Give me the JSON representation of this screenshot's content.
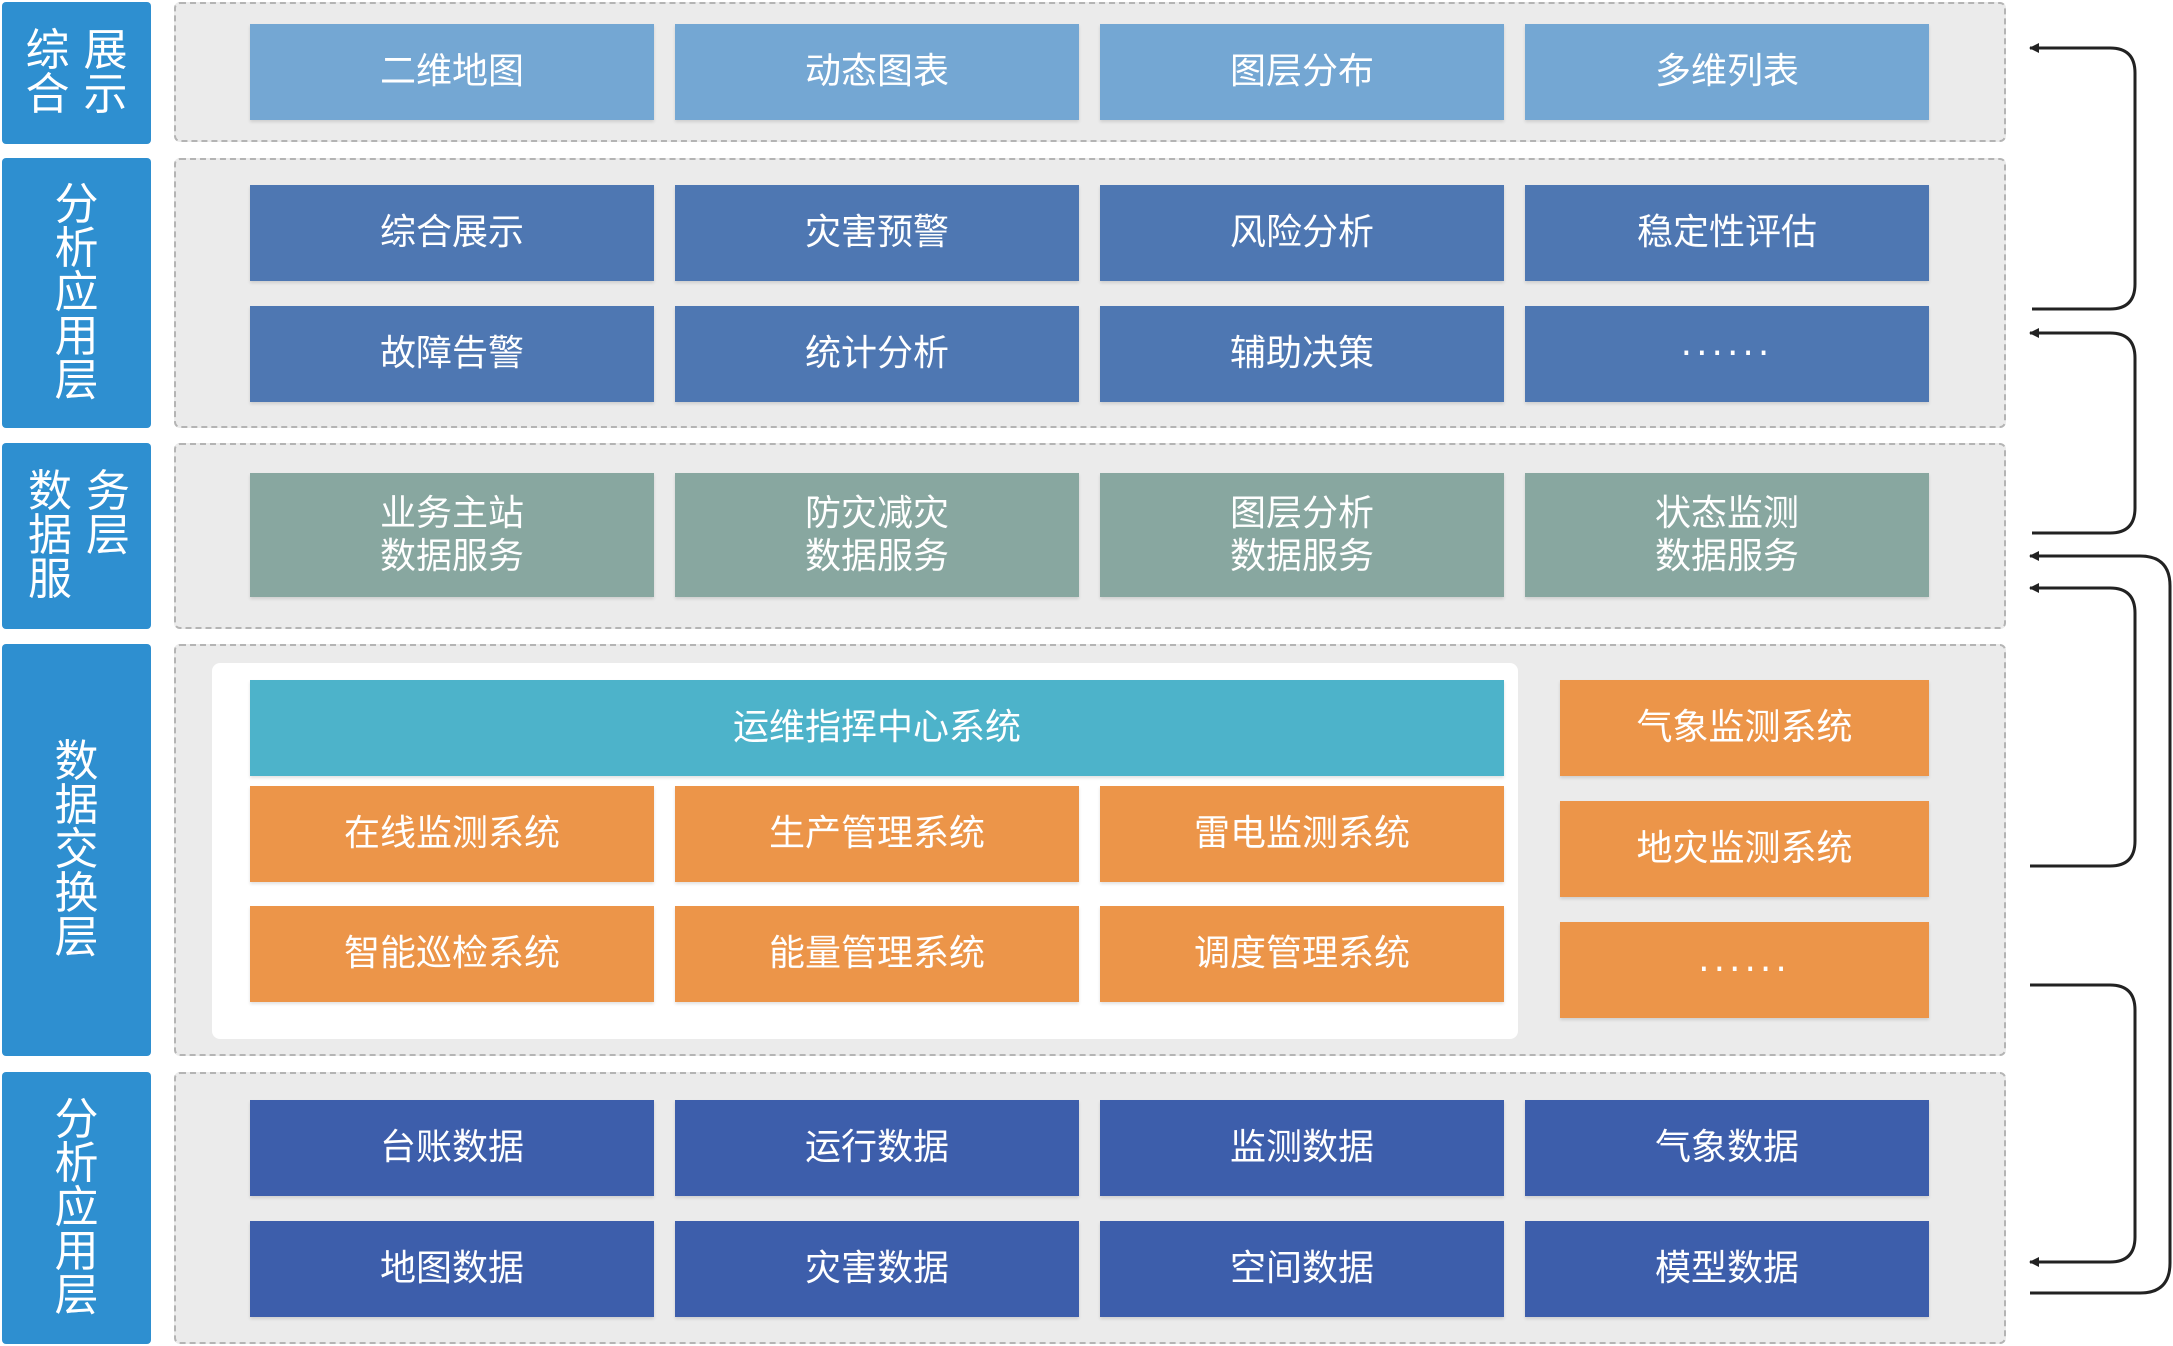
{
  "layers": [
    {
      "label_lines": [
        "综 展",
        "合 示"
      ]
    },
    {
      "label_lines": [
        "分",
        "析",
        "应",
        "用",
        "层"
      ]
    },
    {
      "label_lines": [
        "数 务",
        "据 层",
        "服"
      ]
    },
    {
      "label_lines": [
        "数",
        "据",
        "交",
        "换",
        "层"
      ]
    },
    {
      "label_lines": [
        "分",
        "析",
        "应",
        "用",
        "层"
      ]
    }
  ],
  "display": [
    "二维地图",
    "动态图表",
    "图层分布",
    "多维列表"
  ],
  "analysis": [
    [
      "综合展示",
      "灾害预警",
      "风险分析",
      "稳定性评估"
    ],
    [
      "故障告警",
      "统计分析",
      "辅助决策",
      "······"
    ]
  ],
  "services": [
    "业务主站\n数据服务",
    "防灾减灾\n数据服务",
    "图层分析\n数据服务",
    "状态监测\n数据服务"
  ],
  "exchange": {
    "center": "运维指挥中心系统",
    "grid": [
      [
        "在线监测系统",
        "生产管理系统",
        "雷电监测系统"
      ],
      [
        "智能巡检系统",
        "能量管理系统",
        "调度管理系统"
      ]
    ],
    "side": [
      "气象监测系统",
      "地灾监测系统",
      "······"
    ]
  },
  "data": [
    [
      "台账数据",
      "运行数据",
      "监测数据",
      "气象数据"
    ],
    [
      "地图数据",
      "灾害数据",
      "空间数据",
      "模型数据"
    ]
  ],
  "colors": {
    "label": "#2e8fd0",
    "display": "#74a7d3",
    "analysis": "#4e77b2",
    "services": "#88a7a0",
    "center": "#4db3ca",
    "exchange": "#ec9549",
    "data": "#3d5eab",
    "arrow": "#222222"
  }
}
